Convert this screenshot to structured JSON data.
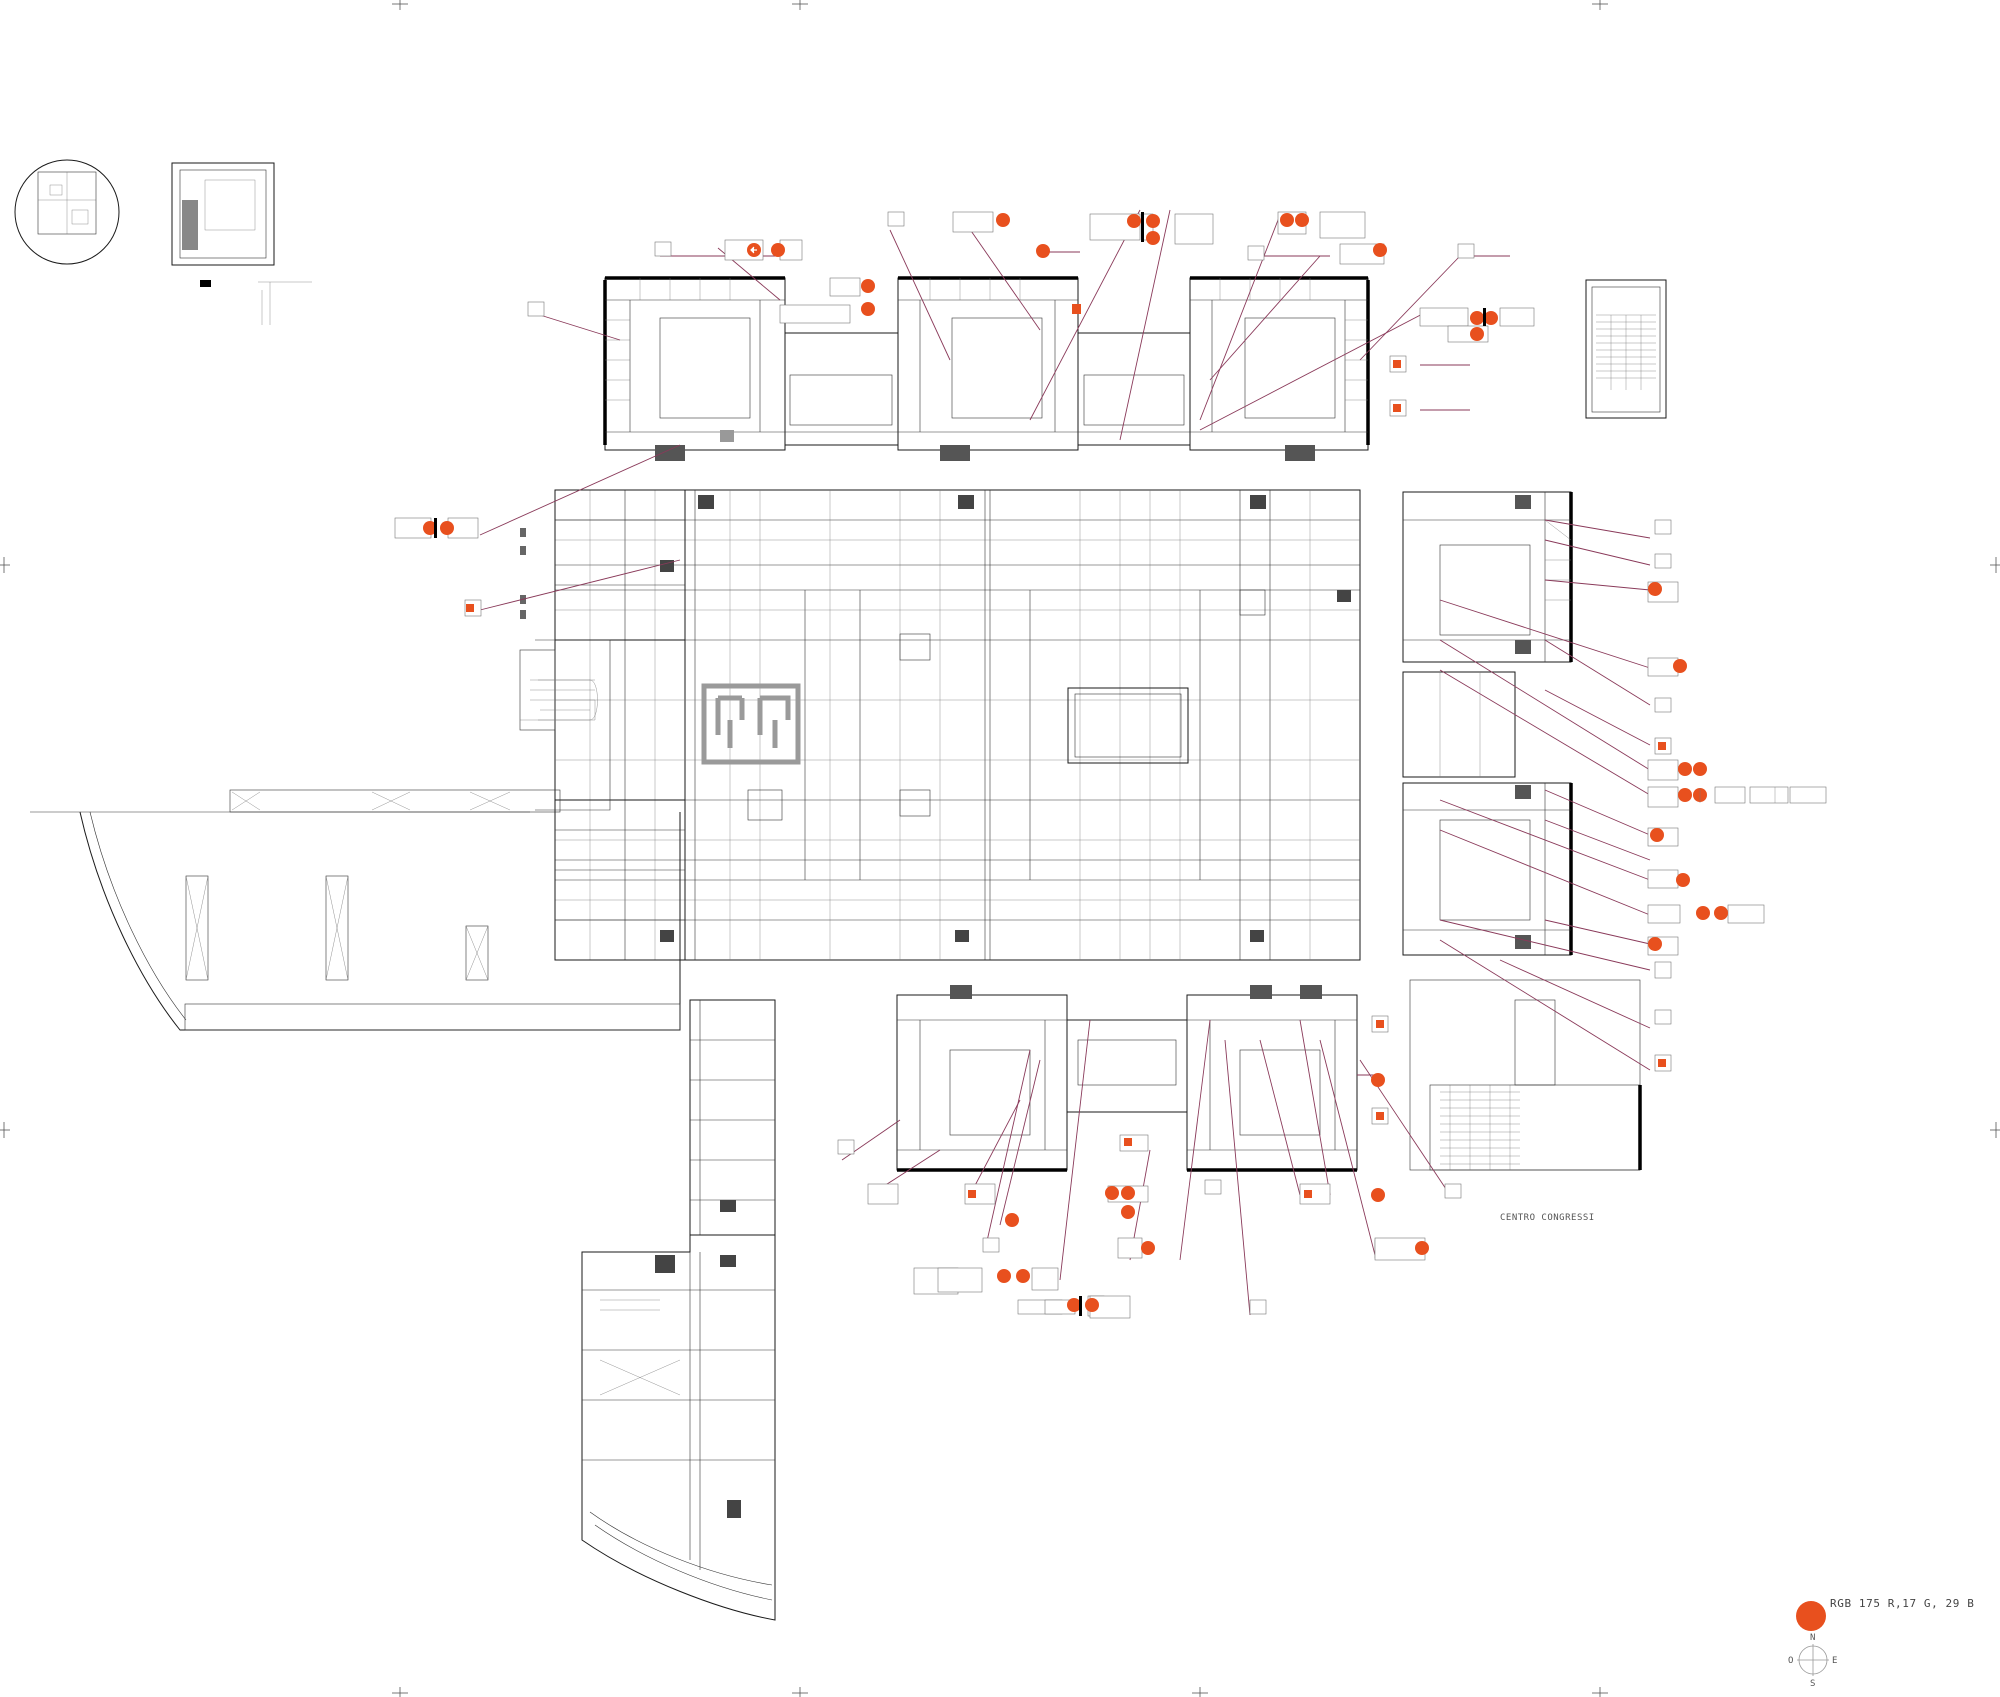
{
  "drawing": {
    "legend_swatch_color": "#e8501e",
    "legend_text": "RGB 175 R,17 G, 29 B",
    "congress_label": "CENTRO CONGRESSI",
    "compass_letters": [
      "N",
      "E",
      "S",
      "O"
    ]
  },
  "colors": {
    "line": "#1a1a1a",
    "leader": "#8a3a5a",
    "sign_accent": "#e8501e",
    "shaded": "#9a9a9a"
  },
  "icons": {
    "direction_sign": "arrow-circle-icon",
    "location_sign": "house-icon",
    "stairs_sign": "person-stairs-icon",
    "compass": "compass-icon"
  }
}
